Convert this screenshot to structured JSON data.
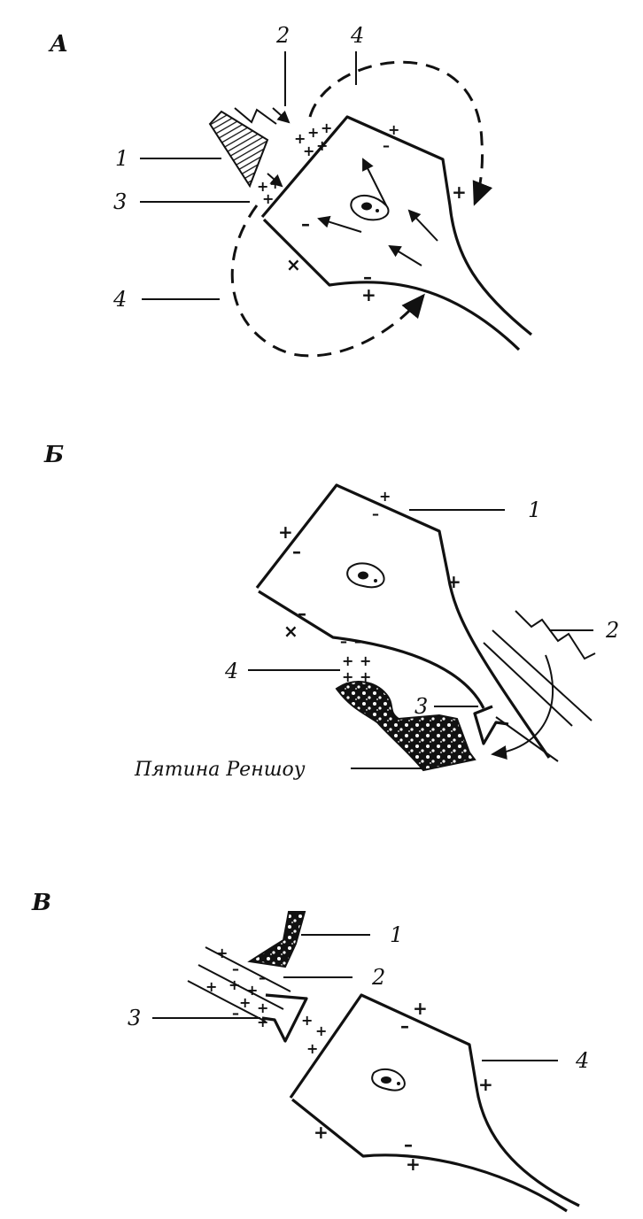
{
  "panels": {
    "a": {
      "title": "А",
      "labels": {
        "l1": "1",
        "l2": "2",
        "l3": "3",
        "l4_top": "4",
        "l4_left": "4"
      }
    },
    "b": {
      "title": "Б",
      "labels": {
        "l1": "1",
        "l2": "2",
        "l3": "3",
        "l4": "4"
      },
      "caption": "Пятина Реншоу"
    },
    "c": {
      "title": "В",
      "labels": {
        "l1": "1",
        "l2": "2",
        "l3": "3",
        "l4": "4"
      }
    }
  },
  "signs": {
    "plus": "+",
    "minus": "–",
    "cross": "×"
  },
  "colors": {
    "ink": "#111111",
    "background": "#ffffff"
  }
}
